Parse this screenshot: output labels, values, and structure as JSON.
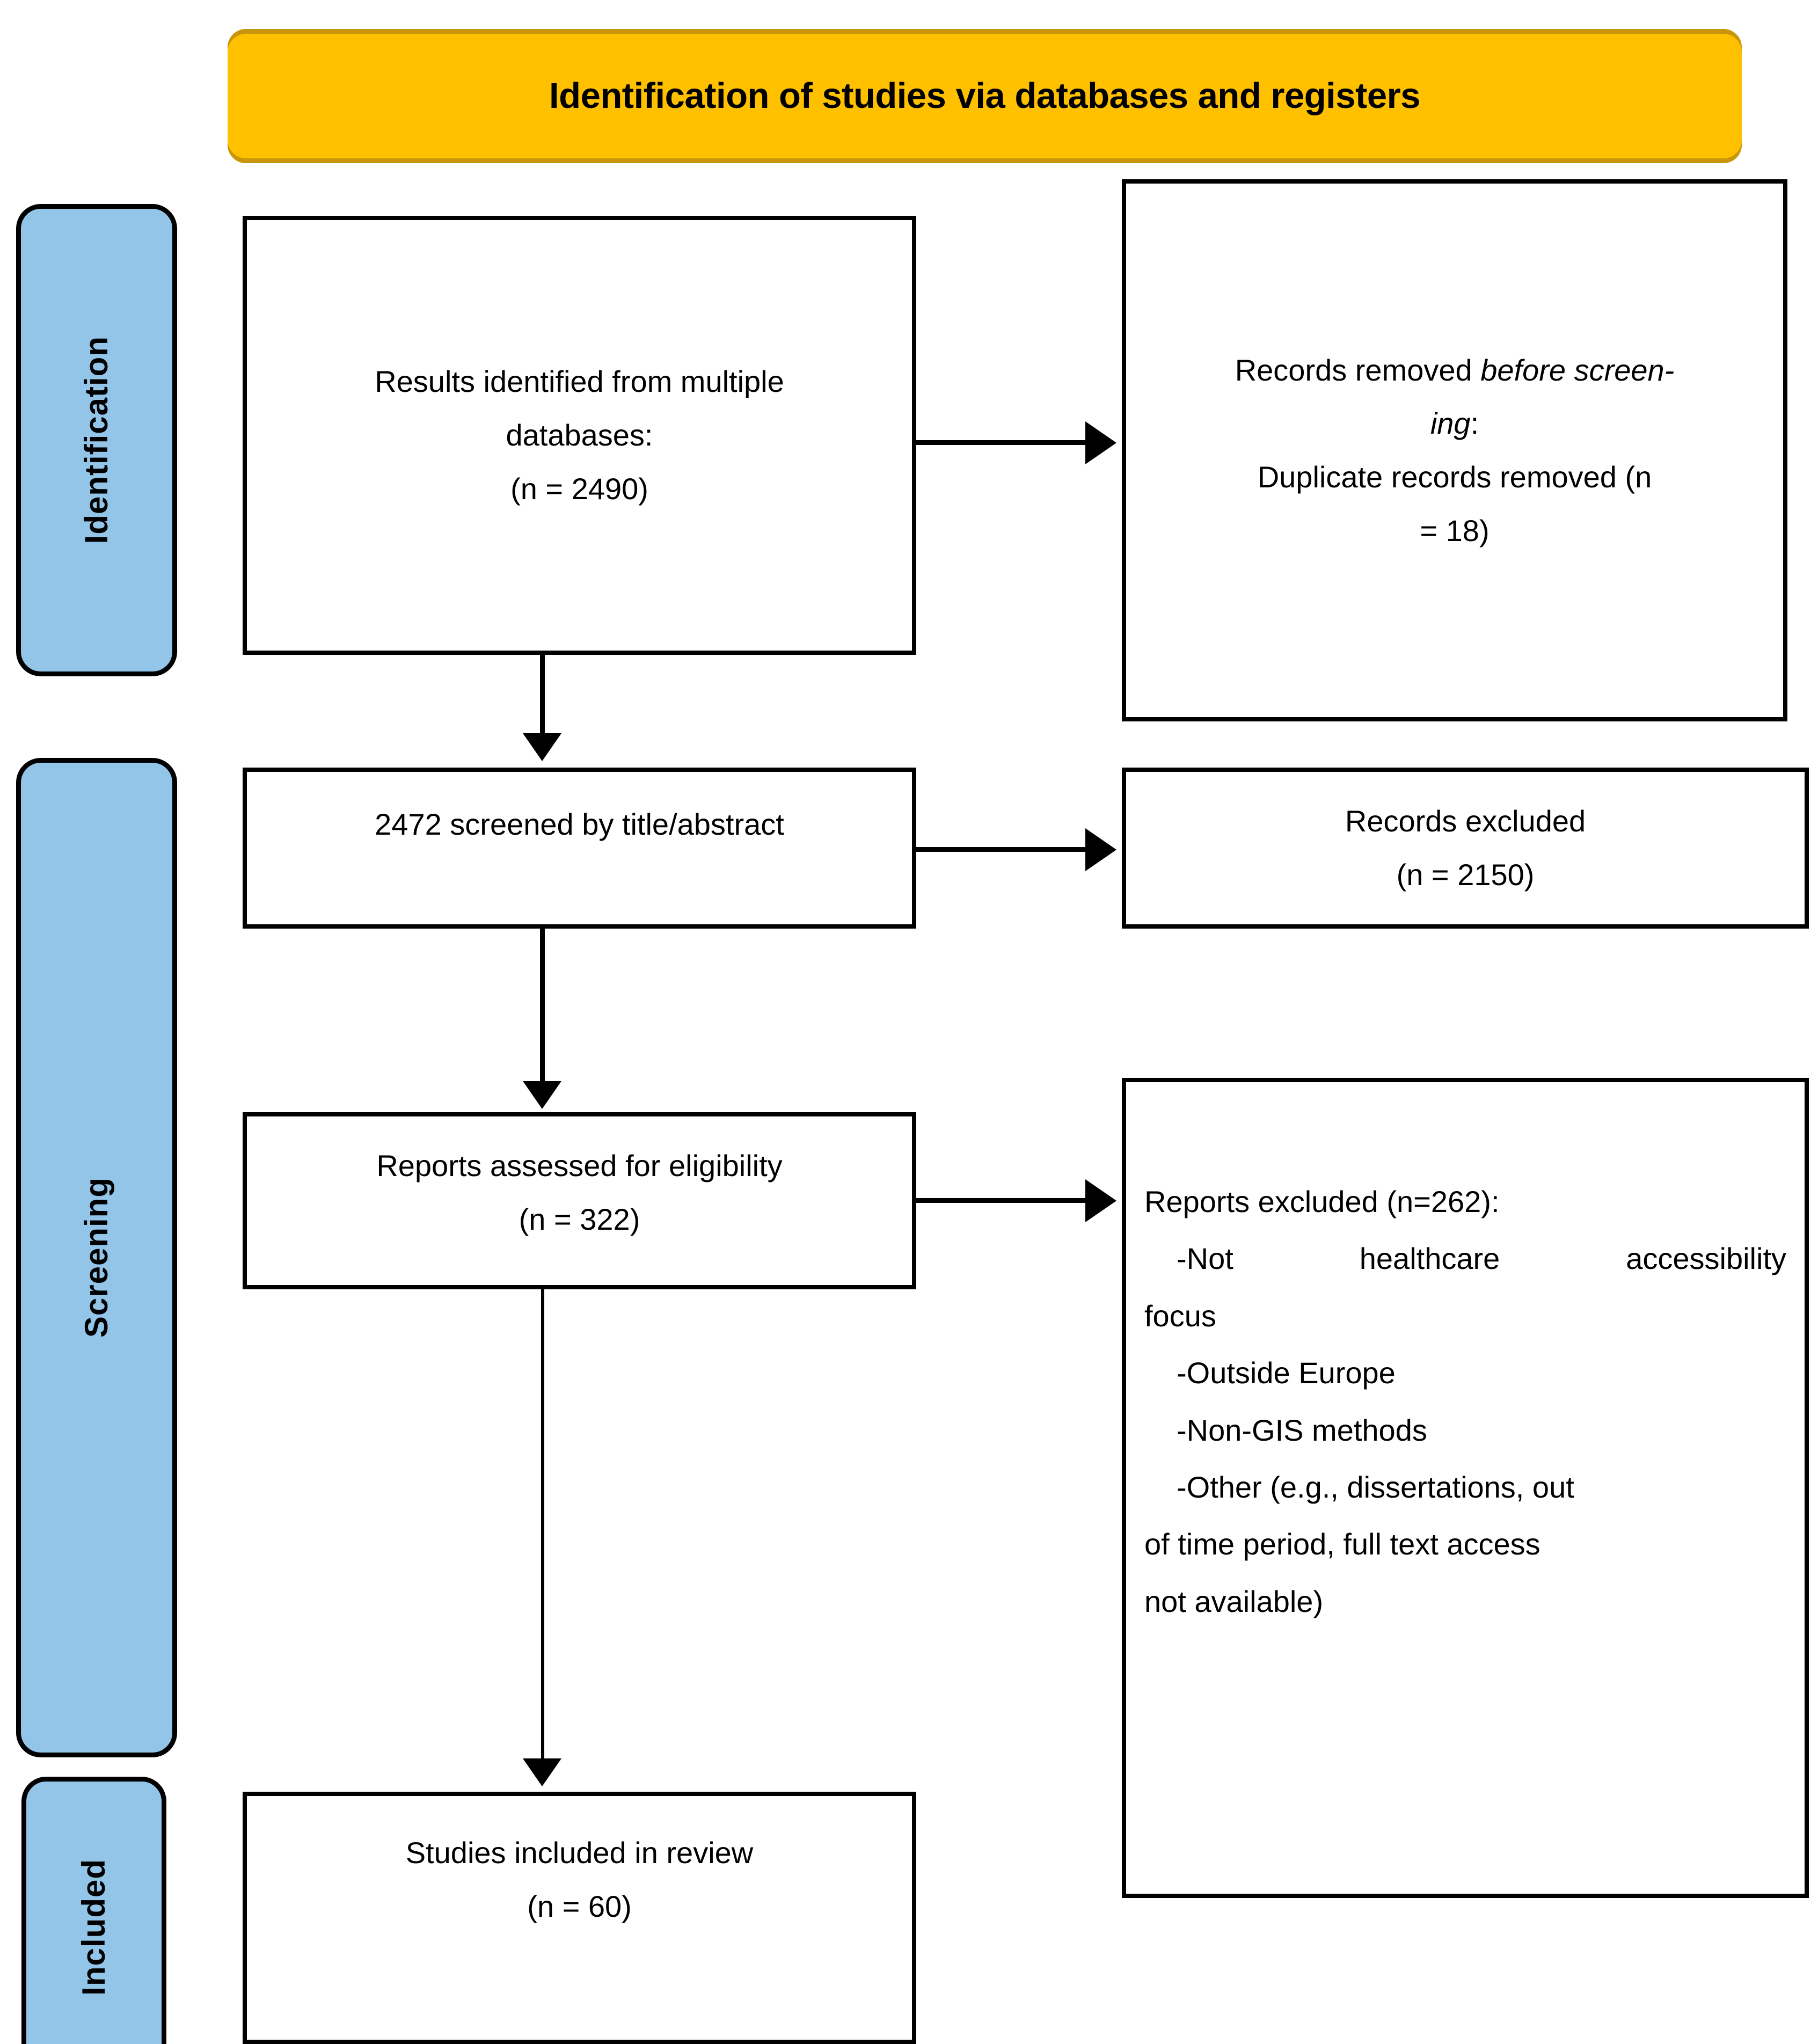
{
  "diagram": {
    "title": "Identification of studies via databases and registers",
    "colors": {
      "banner_fill": "#FFC000",
      "banner_edge": "#C8960C",
      "stage_fill": "#92C5E8",
      "box_border": "#000000",
      "box_fill": "#FFFFFF",
      "text": "#000000"
    }
  },
  "stages": {
    "identification": "Identification",
    "screening": "Screening",
    "included": "Included"
  },
  "boxes": {
    "identified": {
      "line1": "Results identified from multiple",
      "line2": "databases:",
      "line3": "(n = 2490)"
    },
    "duplicates": {
      "line1_prefix": "Records removed ",
      "line1_italic": "before screen-",
      "line2_italic": "ing",
      "line2_suffix": ":",
      "line3": "Duplicate records removed (n",
      "line4": "= 18)"
    },
    "screened": {
      "line1": "2472 screened by title/abstract"
    },
    "records_excluded": {
      "line1": "Records excluded",
      "line2": "(n = 2150)"
    },
    "eligibility": {
      "line1": "Reports assessed for eligibility",
      "line2": "(n = 322)"
    },
    "reports_excluded": {
      "heading": "Reports excluded (n=262):",
      "item1_line1": "-Not healthcare accessibility",
      "item1_line2": "focus",
      "item2": "-Outside Europe",
      "item3": "-Non-GIS methods",
      "item4_line1": "-Other (e.g., dissertations, out",
      "item4_line2": "of time period, full text access",
      "item4_line3": "not available)"
    },
    "included": {
      "line1": "Studies included in review",
      "line2": "(n = 60)"
    }
  },
  "counts": {
    "identified": 2490,
    "duplicates_removed": 18,
    "screened": 2472,
    "records_excluded": 2150,
    "assessed_for_eligibility": 322,
    "reports_excluded": 262,
    "studies_included": 60
  }
}
